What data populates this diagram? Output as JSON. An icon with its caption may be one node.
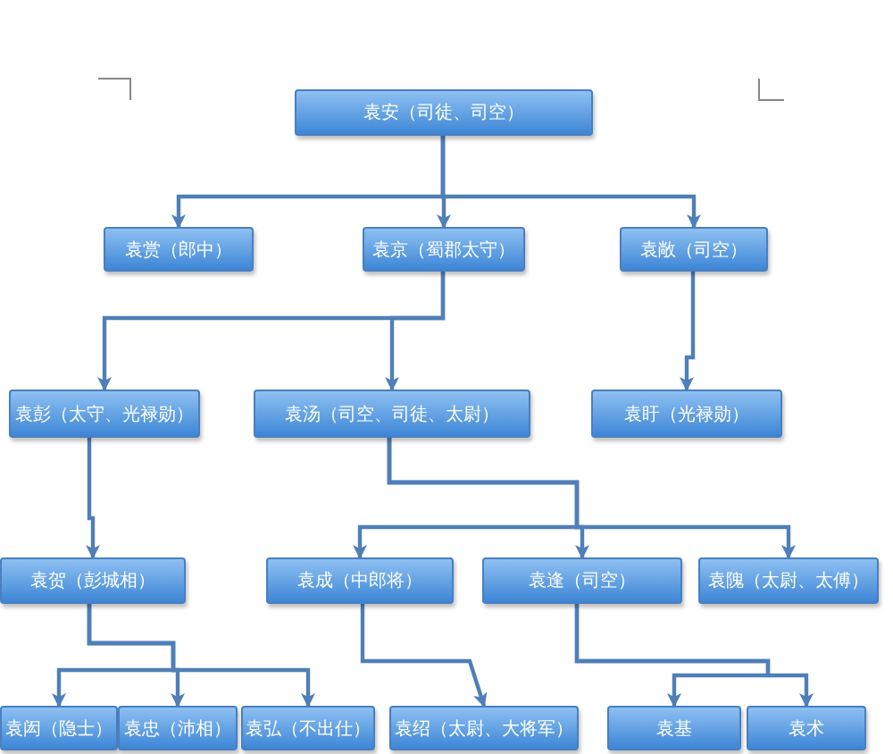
{
  "diagram": {
    "nodes": [
      {
        "text": [
          "袁安（司徒、司空）"
        ]
      },
      {
        "text": [
          "袁赏（郎中）"
        ]
      },
      {
        "text": [
          "袁京（蜀郡太守）"
        ]
      },
      {
        "text": [
          "袁敞（司空）"
        ]
      },
      {
        "text": [
          "袁彭（太守、光禄勋）"
        ]
      },
      {
        "text": [
          "袁汤（司空、司徒、太尉）"
        ]
      },
      {
        "text": [
          "袁盱（光禄勋）"
        ]
      },
      {
        "text": [
          "袁贺（彭城相）"
        ]
      },
      {
        "text": [
          "袁成（中郎将）"
        ]
      },
      {
        "text": [
          "袁逢（司空）"
        ]
      },
      {
        "text": [
          "袁隗（太尉、太傅）"
        ]
      },
      {
        "text": [
          "袁闳（隐士）"
        ]
      },
      {
        "text": [
          "袁忠（沛相）"
        ]
      },
      {
        "text": [
          "袁弘（不出仕）"
        ]
      },
      {
        "text": [
          "袁绍（太尉、大将军）"
        ]
      },
      {
        "text": [
          "袁基"
        ]
      },
      {
        "text": [
          "袁术"
        ]
      }
    ],
    "edges": [
      {
        "from": 0,
        "to": 1,
        "arrow": "to"
      },
      {
        "from": 0,
        "to": 2,
        "arrow": "to"
      },
      {
        "from": 0,
        "to": 3,
        "arrow": "to"
      },
      {
        "from": 2,
        "to": 4,
        "arrow": "to"
      },
      {
        "from": 2,
        "to": 5,
        "arrow": "to"
      },
      {
        "from": 3,
        "to": 6,
        "arrow": "to"
      },
      {
        "from": 4,
        "to": 7,
        "arrow": "to"
      },
      {
        "from": 5,
        "to": 8,
        "arrow": "to"
      },
      {
        "from": 5,
        "to": 9,
        "arrow": "to"
      },
      {
        "from": 5,
        "to": 10,
        "arrow": "to"
      },
      {
        "from": 7,
        "to": 11,
        "arrow": "to"
      },
      {
        "from": 7,
        "to": 12,
        "arrow": "to"
      },
      {
        "from": 7,
        "to": 13,
        "arrow": "to"
      },
      {
        "from": 8,
        "to": 14,
        "arrow": "to"
      },
      {
        "from": 9,
        "to": 15,
        "arrow": "to"
      },
      {
        "from": 9,
        "to": 16,
        "arrow": "to"
      }
    ]
  }
}
